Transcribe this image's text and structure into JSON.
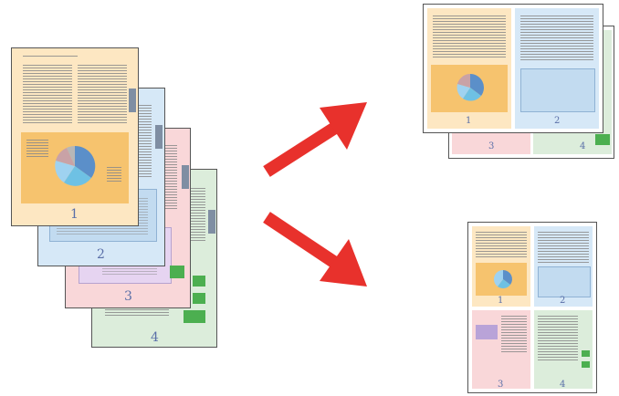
{
  "source_pages": [
    {
      "label": "1",
      "color": "#fde7c2"
    },
    {
      "label": "2",
      "color": "#d6e8f7"
    },
    {
      "label": "3",
      "color": "#f9d7d9"
    },
    {
      "label": "4",
      "color": "#d8ecd3"
    }
  ],
  "two_up_sheet": {
    "front": [
      "1",
      "2"
    ],
    "back": [
      "3",
      "4"
    ]
  },
  "four_up_sheet": [
    "1",
    "2",
    "3",
    "4"
  ],
  "arrow_color": "#e8312c"
}
